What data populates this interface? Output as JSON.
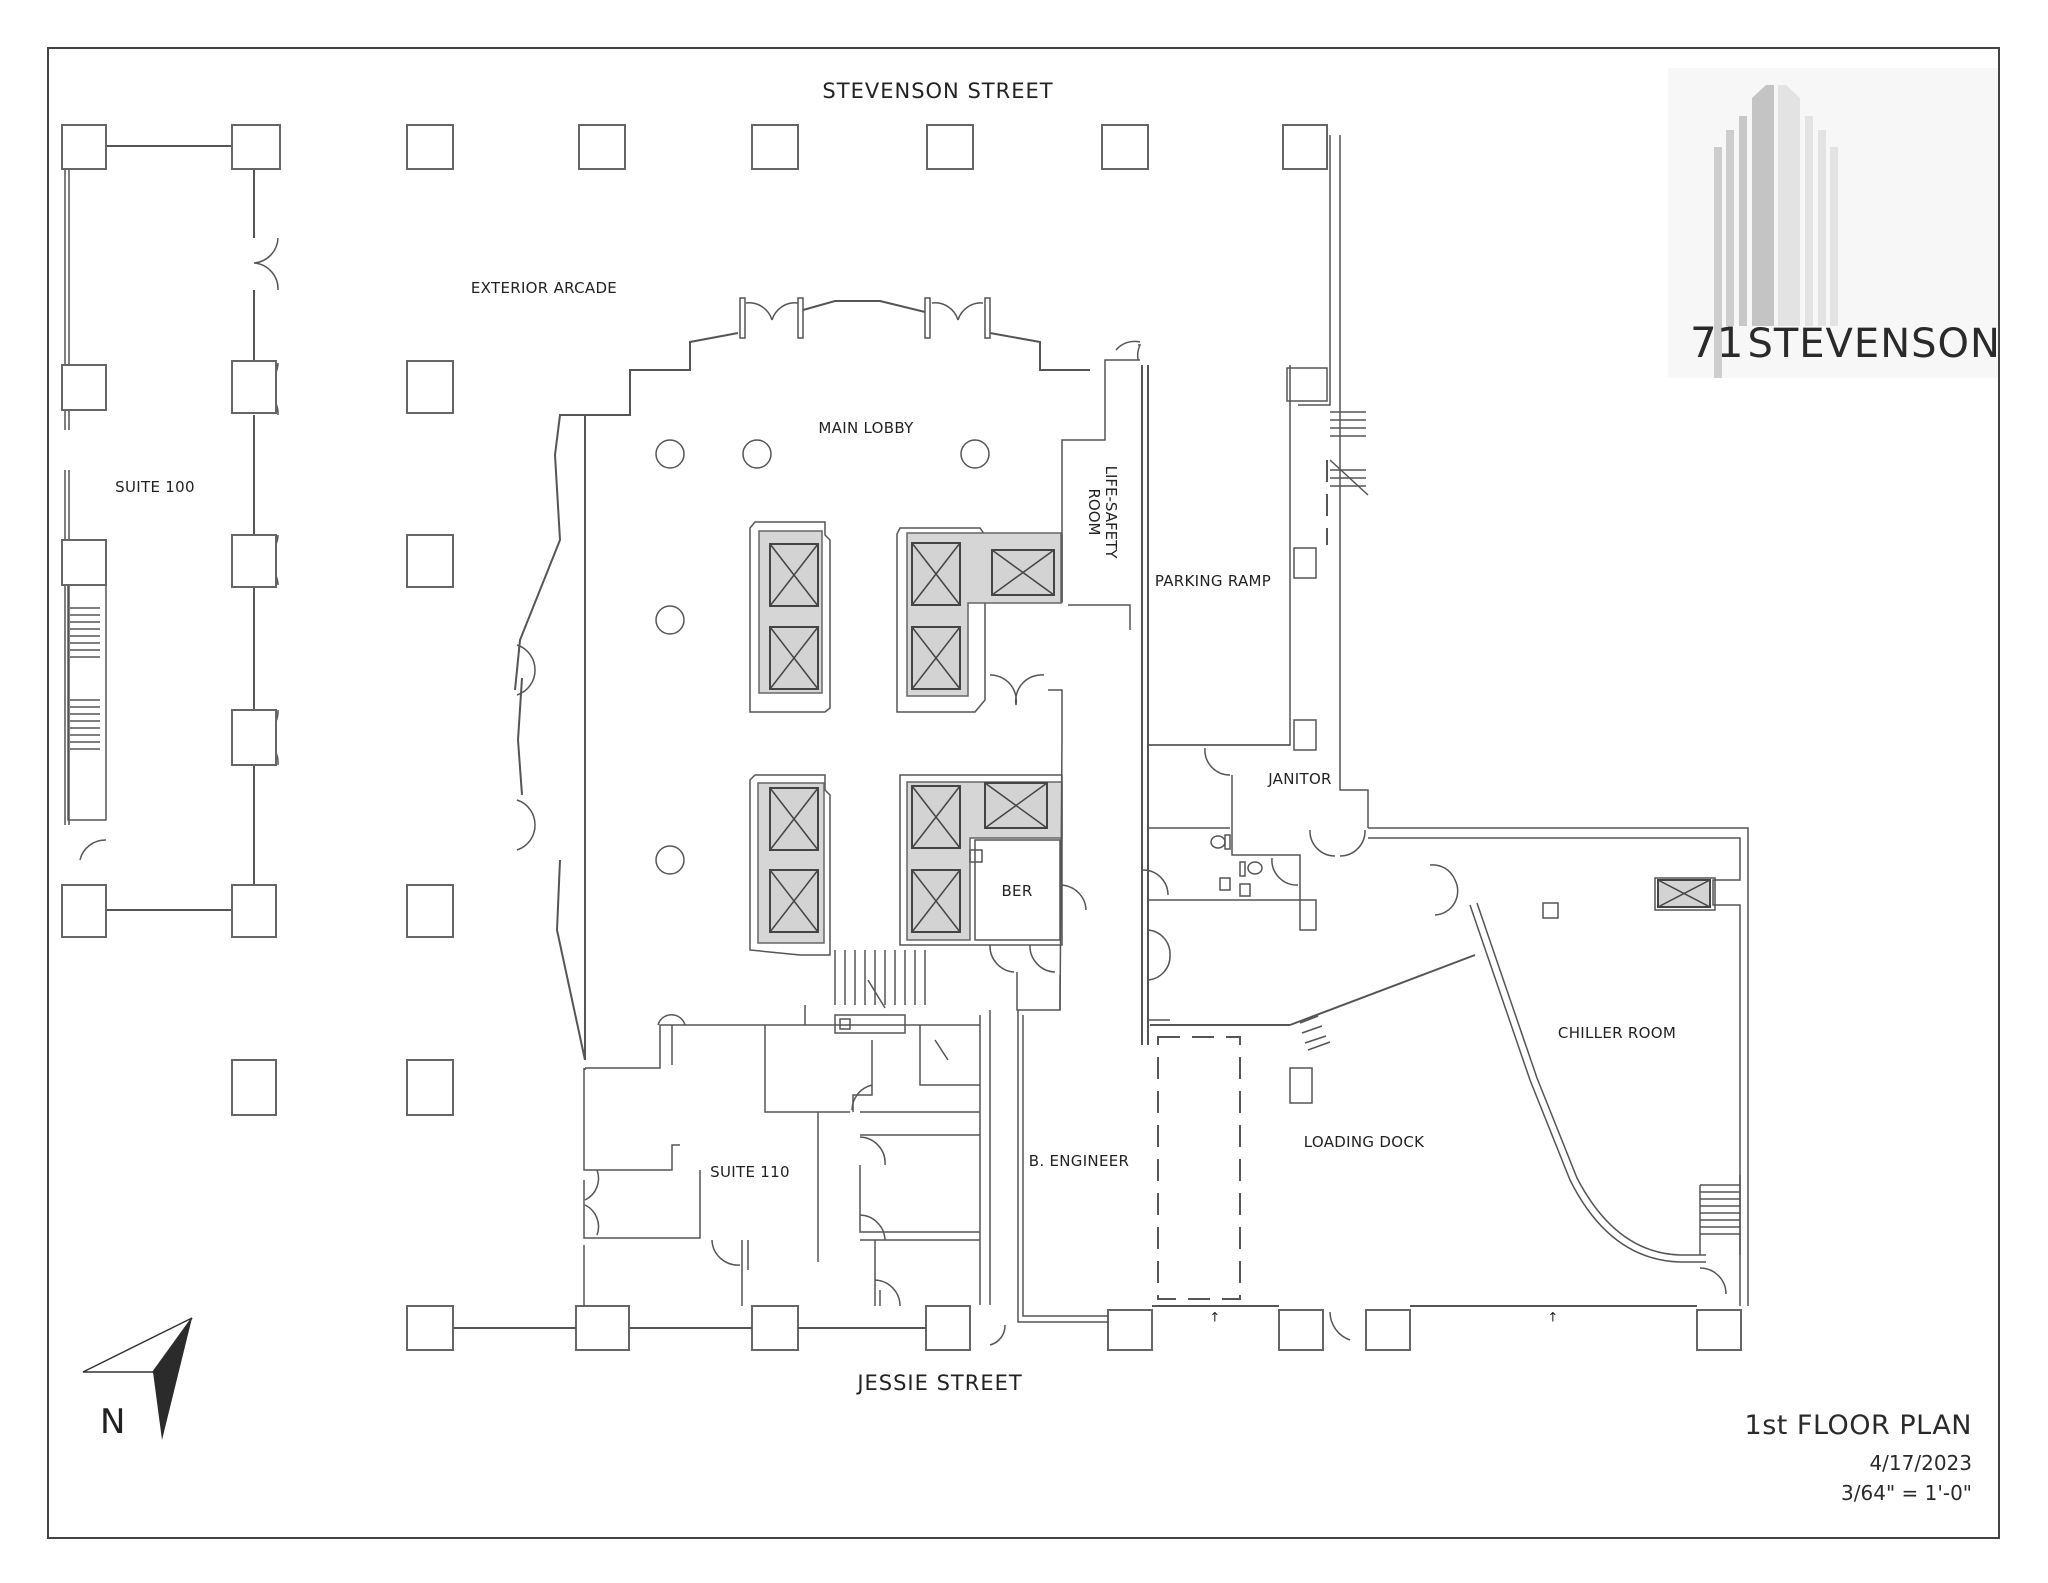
{
  "building": {
    "logo_number": "71",
    "logo_name": "STEVENSON",
    "logo_colors": {
      "bars_dark": "#c8c8c8",
      "bars_light": "#e2e2e2",
      "text": "#2a2a2a"
    }
  },
  "title_block": {
    "title": "1st FLOOR PLAN",
    "date": "4/17/2023",
    "scale": "3/64\" = 1'-0\""
  },
  "streets": {
    "north": "STEVENSON  STREET",
    "south": "JESSIE  STREET"
  },
  "north_arrow": {
    "letter": "N",
    "icon": "north-arrow-icon"
  },
  "rooms": {
    "exterior_arcade": "EXTERIOR ARCADE",
    "suite_100": "SUITE 100",
    "main_lobby": "MAIN LOBBY",
    "life_safety_line1": "LIFE-SAFETY",
    "life_safety_line2": "ROOM",
    "parking_ramp": "PARKING RAMP",
    "janitor": "JANITOR",
    "ber": "BER",
    "suite_110": "SUITE 110",
    "b_engineer": "B. ENGINEER",
    "loading_dock": "LOADING DOCK",
    "chiller_room": "CHILLER ROOM"
  },
  "symbols": {
    "elevator": "elevator-shaft-icon",
    "column": "structural-column",
    "door": "door-swing-icon",
    "stair": "stair-icon",
    "dock_arrow": "↑"
  },
  "colors": {
    "line": "#555555",
    "elevator_fill": "#d3d3d3",
    "border": "#444444",
    "background": "#ffffff"
  }
}
